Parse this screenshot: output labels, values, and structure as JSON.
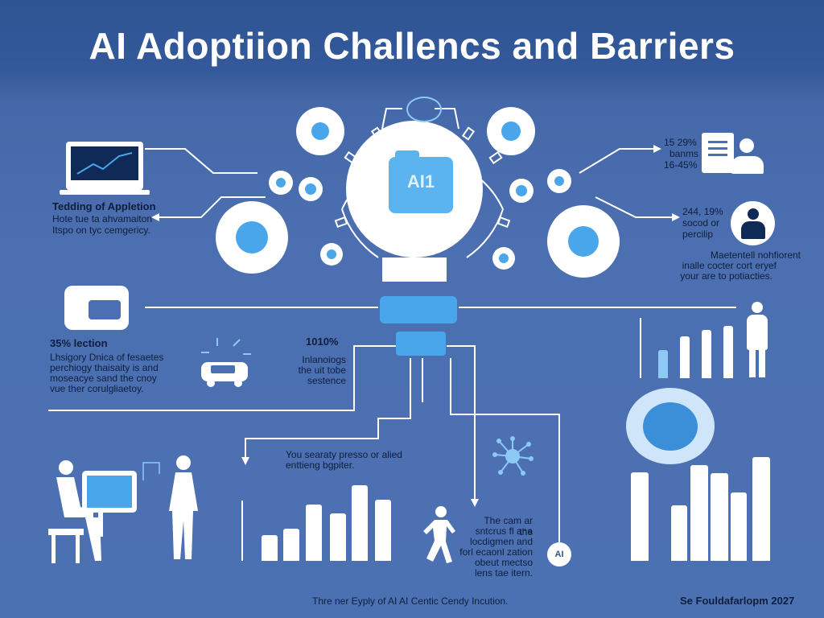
{
  "header": {
    "title": "AI Adoptiion Challencs and Barriers"
  },
  "bulb": {
    "label": "AI1"
  },
  "left_top": {
    "heading": "Tedding of Appletion",
    "lines": [
      "Hote tue ta ahvamaiton",
      "Itspo on tyc cemgericy."
    ]
  },
  "left_mid": {
    "heading": "35% lection",
    "lines": [
      "Lhsigory Dnica of fesaetes",
      "perchiogy thaisaity is and",
      "moseacye sand the cnoy",
      "vue ther corulgliaetoy."
    ]
  },
  "center_mid": {
    "heading": "1010%",
    "lines": [
      "Inlanoiogs",
      "the uit tobe",
      "sestence"
    ]
  },
  "center_low": {
    "lines": [
      "You searaty presso or alied",
      "enttieng bgpiter."
    ]
  },
  "right_top": {
    "lines": [
      "15 29%",
      "banms",
      "16-45%"
    ]
  },
  "right_mid": {
    "lines": [
      "244, 19%",
      "socod or",
      "percilip"
    ]
  },
  "right_note": {
    "lines": [
      "Maetentell nohfiorent",
      "inalle cocter cort eryef",
      "your are to potiacties."
    ]
  },
  "bottom_note": {
    "lines": [
      "The cam ar the",
      "sntcrus fl ana",
      "locdigmen and",
      "forl ecaonl zation",
      "obeut mectso",
      "lens tae itern."
    ]
  },
  "ai_badge": "AI",
  "footer": {
    "caption": "Thre ner Eyply of AI AI Centic Cendy Incution.",
    "credit": "Se Fouldafarlopm 2027"
  },
  "icons": {
    "bulb": "lightbulb-icon",
    "laptop": "laptop-chart-icon",
    "globe": "globe-icon",
    "car": "car-icon",
    "document": "document-icon",
    "person": "person-icon",
    "network": "network-icon",
    "chat": "chat-icon"
  },
  "colors": {
    "bg": "#4b6fb0",
    "header": "#2f5494",
    "accent": "#4aa6ea",
    "light_accent": "#8ccaf5"
  }
}
